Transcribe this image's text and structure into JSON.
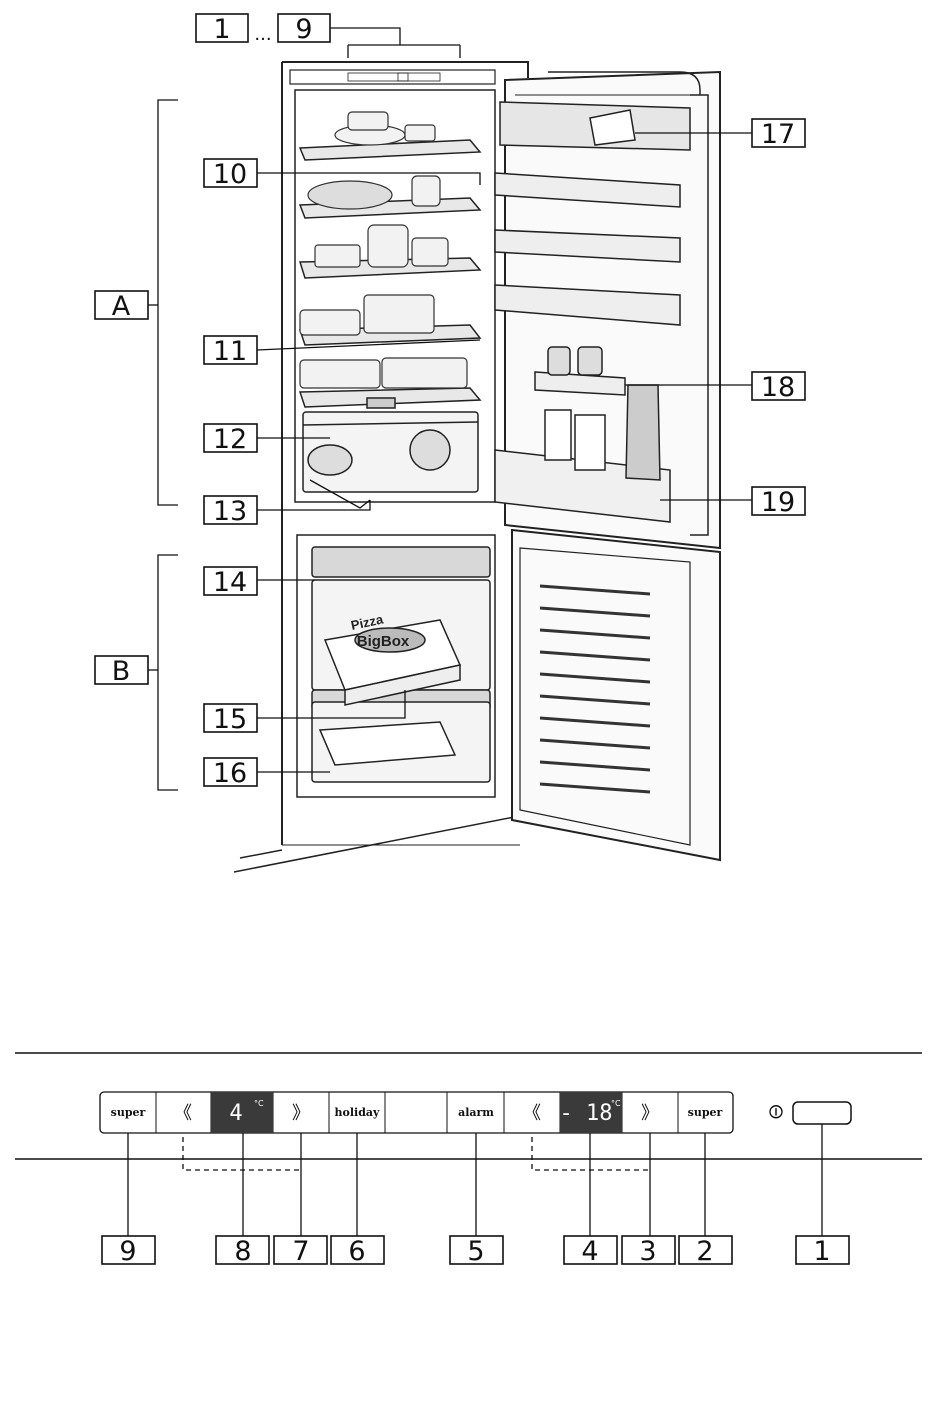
{
  "callouts": {
    "top_range_start": "1",
    "top_range_sep": "...",
    "top_range_end": "9",
    "c10": "10",
    "c11": "11",
    "c12": "12",
    "c13": "13",
    "c14": "14",
    "c15": "15",
    "c16": "16",
    "c17": "17",
    "c18": "18",
    "c19": "19",
    "zone_a": "A",
    "zone_b": "B"
  },
  "package_text": {
    "bigbox": "BigBox",
    "pizza": "Pizza"
  },
  "control_panel": {
    "super_left": "super",
    "fridge_temp": "4",
    "fridge_unit": "°C",
    "holiday": "holiday",
    "alarm": "alarm",
    "freezer_temp": "- 18",
    "freezer_unit": "°C",
    "super_right": "super",
    "power_symbol": "⏼"
  },
  "panel_callouts": [
    "9",
    "8",
    "7",
    "6",
    "5",
    "4",
    "3",
    "2",
    "1"
  ]
}
